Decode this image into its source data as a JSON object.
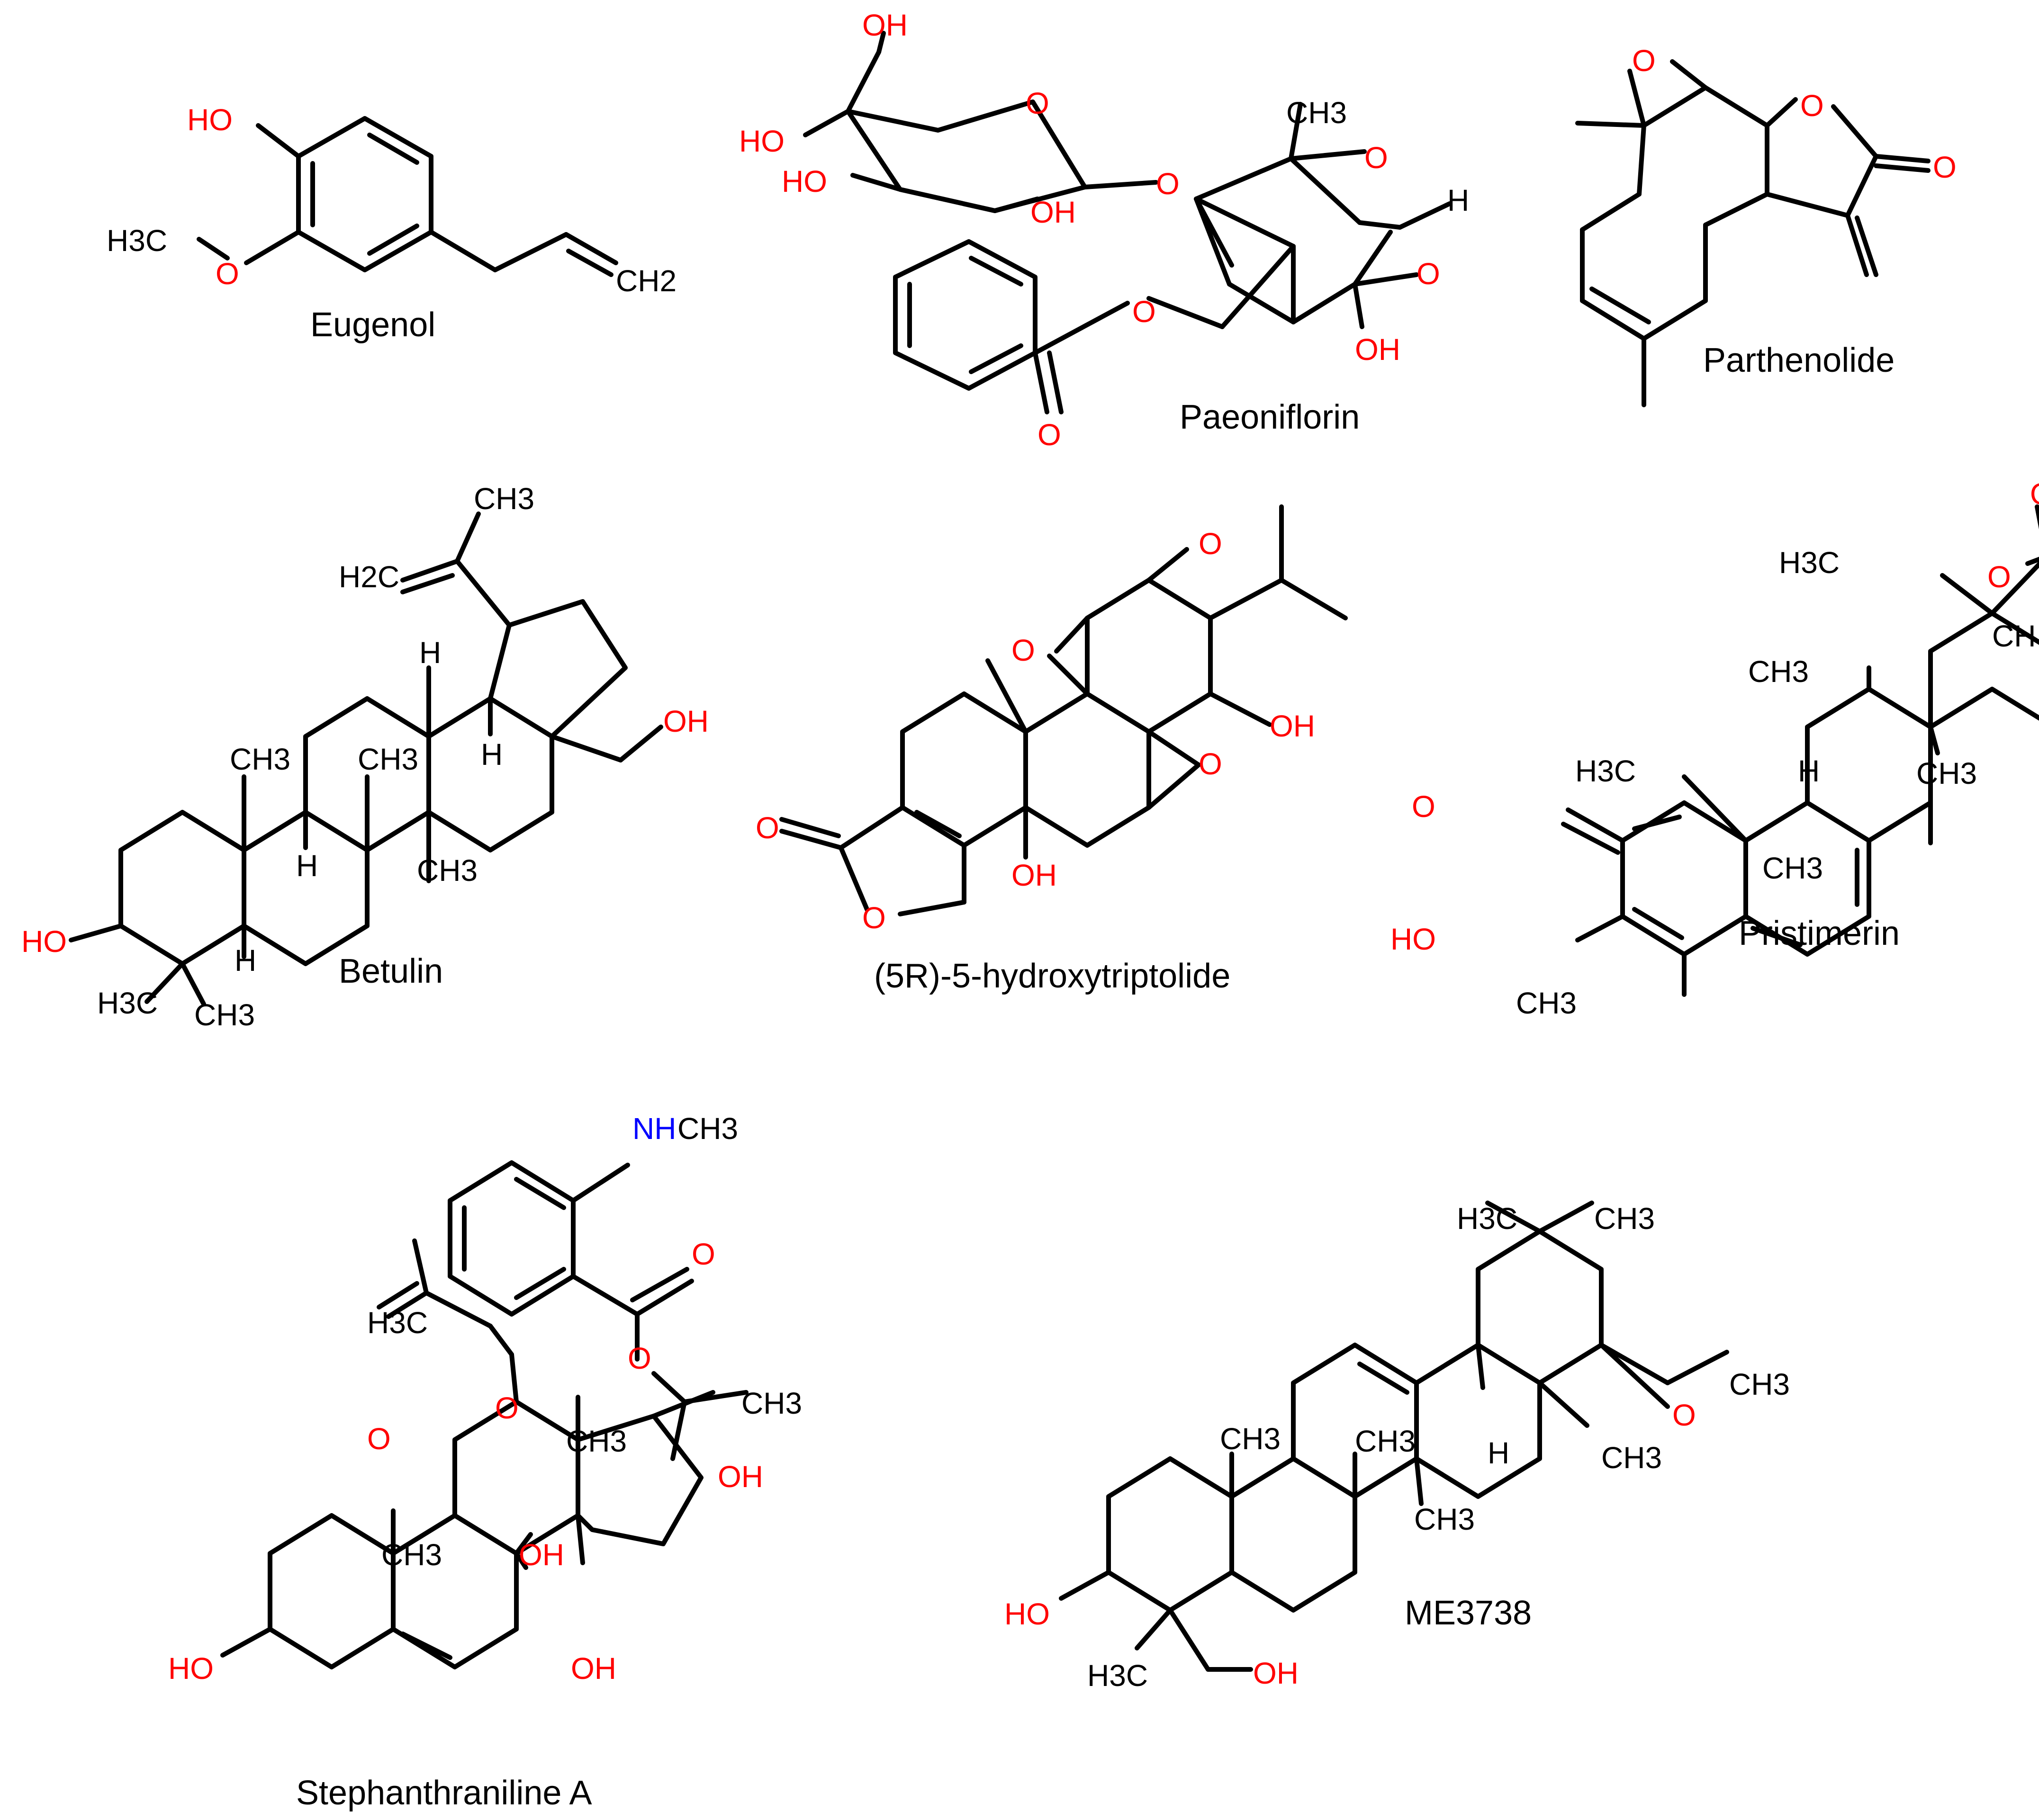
{
  "colors": {
    "bond": "#000000",
    "oxygen": "#ff0000",
    "nitrogen": "#0000ff",
    "carbon_label": "#000000"
  },
  "compounds": [
    {
      "key": "eugenol",
      "name": "Eugenol",
      "labels": {
        "ho": "HO",
        "h3c": "H3C",
        "o": "O",
        "ch2": "CH2"
      }
    },
    {
      "key": "paeoniflorin",
      "name": "Paeoniflorin",
      "labels": {
        "oh_top": "OH",
        "ho_a": "HO",
        "ho_b": "HO",
        "oh_c": "OH",
        "o_ring": "O",
        "o_link": "O",
        "ch3": "CH3",
        "o_epox": "O",
        "h": "H",
        "o_b2": "O",
        "oh_d": "OH",
        "o_ester": "O",
        "o_carb": "O"
      }
    },
    {
      "key": "parthenolide",
      "name": "Parthenolide",
      "labels": {
        "o_epox": "O",
        "o_lac": "O",
        "o_carb": "O"
      }
    },
    {
      "key": "betulin",
      "name": "Betulin",
      "labels": {
        "ch3_top": "CH3",
        "h2c": "H2C",
        "h_a": "H",
        "h_b": "H",
        "oh": "OH",
        "ch3_a": "CH3",
        "ch3_b": "CH3",
        "ch3_c": "CH3",
        "h_c": "H",
        "h_d": "H",
        "ho": "HO",
        "h3c": "H3C",
        "ch3_d": "CH3"
      }
    },
    {
      "key": "hydroxytriptolide",
      "name": "(5R)-5-hydroxytriptolide",
      "labels": {
        "o_top": "O",
        "o_left": "O",
        "oh_a": "OH",
        "o_right": "O",
        "o_carb": "O",
        "oh_b": "OH",
        "o_ring": "O"
      }
    },
    {
      "key": "pristimerin",
      "name": "Pristimerin",
      "labels": {
        "o_carb": "O",
        "o_ester": "O",
        "ch": "CH",
        "h3c_a": "H3C",
        "ch3_a": "CH3",
        "h3c_b": "H3C",
        "h": "H",
        "ch3_b": "CH3",
        "o_ketone": "O",
        "ch3_c": "CH3",
        "ho": "HO",
        "ch3_d": "CH3"
      }
    },
    {
      "key": "stephanthraniline",
      "name": "Stephanthraniline A",
      "labels": {
        "nh": "NH",
        "ch3_n": "CH3",
        "o_carb": "O",
        "o_ester": "O",
        "ch3_a": "CH3",
        "h3c": "H3C",
        "o_ac": "O",
        "o_ac2": "O",
        "ch3_b": "CH3",
        "oh_a": "OH",
        "ch3_c": "CH3",
        "oh_b": "OH",
        "oh_c": "OH",
        "ho": "HO"
      }
    },
    {
      "key": "me3738",
      "name": "ME3738",
      "labels": {
        "h3c_a": "H3C",
        "ch3_a": "CH3",
        "o_meo": "O",
        "ch3_meo": "CH3",
        "ch3_b": "CH3",
        "ch3_c": "CH3",
        "h": "H",
        "ch3_d": "CH3",
        "ch3_e": "CH3",
        "ho": "HO",
        "h3c_b": "H3C",
        "oh": "OH"
      }
    }
  ]
}
